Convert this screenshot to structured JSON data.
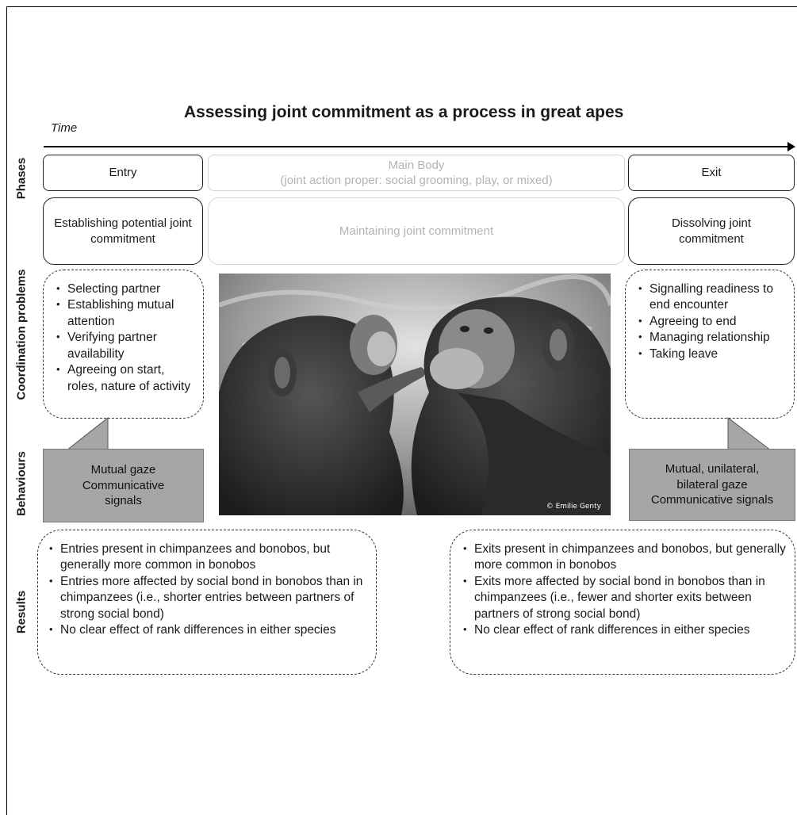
{
  "title": "Assessing joint commitment as a process in great apes",
  "time_label": "Time",
  "row_labels": {
    "phases": "Phases",
    "coordination": "Coordination problems",
    "behaviours": "Behaviours",
    "results": "Results"
  },
  "phases": {
    "entry": "Entry",
    "main_title": "Main Body",
    "main_sub": "(joint action proper: social grooming, play, or mixed)",
    "exit": "Exit"
  },
  "commitment": {
    "entry": "Establishing potential joint commitment",
    "main": "Maintaining joint commitment",
    "exit": "Dissolving joint commitment"
  },
  "coordination": {
    "entry": [
      "Selecting partner",
      "Establishing mutual attention",
      "Verifying partner availability",
      "Agreeing on start, roles, nature of activity"
    ],
    "exit": [
      "Signalling readiness to end encounter",
      "Agreeing to end",
      "Managing relationship",
      "Taking leave"
    ]
  },
  "behaviours": {
    "entry": [
      "Mutual gaze",
      "Communicative",
      "signals"
    ],
    "exit": [
      "Mutual, unilateral,",
      "bilateral gaze",
      "Communicative signals"
    ]
  },
  "photo_credit": "© Emilie Genty",
  "results": {
    "entry": [
      "Entries present in chimpanzees and bonobos, but generally more common in bonobos",
      "Entries more affected by social bond in bonobos than in chimpanzees (i.e., shorter entries between partners of strong social bond)",
      "No clear effect of rank differences in either species"
    ],
    "exit": [
      "Exits present in chimpanzees and bonobos, but generally more common in bonobos",
      "Exits more affected by social bond in bonobos than in chimpanzees (i.e., fewer and shorter exits between partners of strong social bond)",
      "No clear effect of rank differences in either species"
    ]
  },
  "colors": {
    "behaviour_fill": "#a6a6a6",
    "faded_text": "#b3b3b3"
  },
  "icons": {
    "time_arrow": "arrow-right-icon"
  }
}
